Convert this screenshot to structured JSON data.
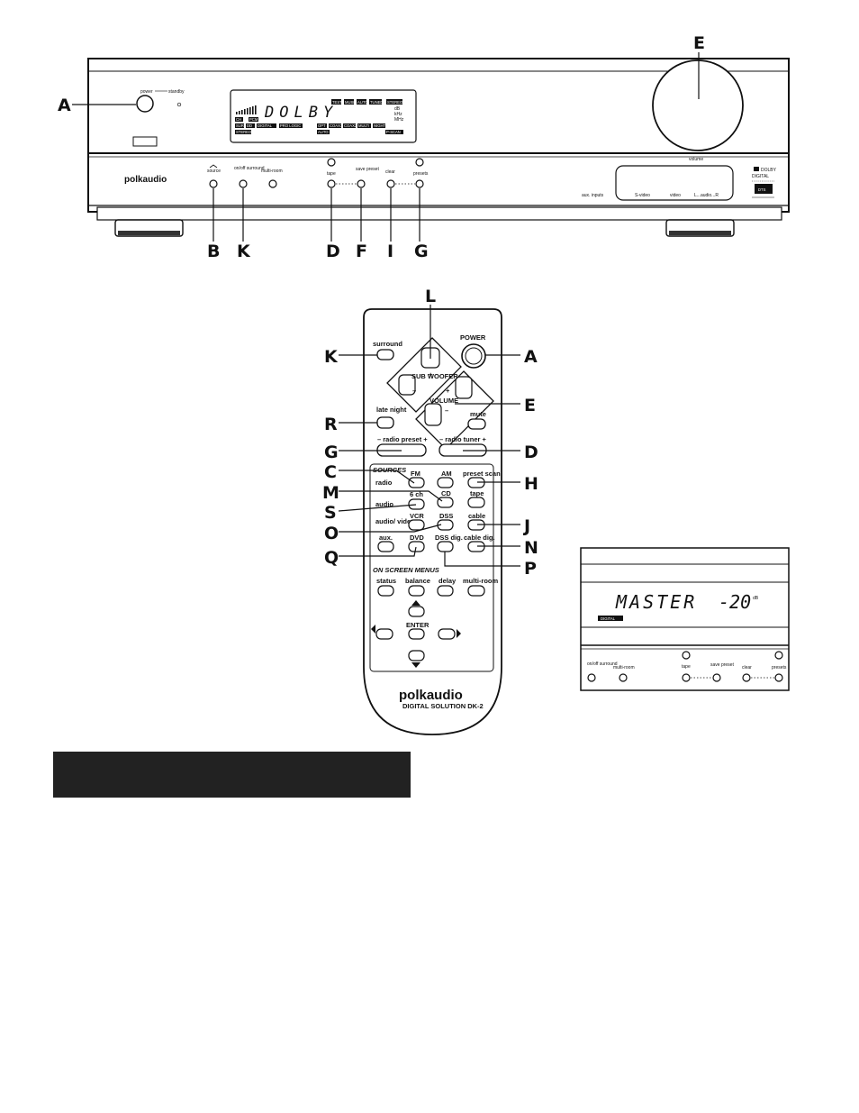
{
  "receiver": {
    "power_label": "power",
    "standby_label": "standby",
    "brand": "polkaudio",
    "display_text": "DOLBY",
    "display_badges_top": [
      "TEST",
      "MUSIC",
      "AUTO",
      "TUNED",
      "STEREO"
    ],
    "display_units": [
      "dB",
      "kHz",
      "MHz"
    ],
    "display_row2": [
      "CH",
      "PCM"
    ],
    "display_row3": [
      "SUR",
      "DD",
      "DIGITAL",
      "PRO LOGIC"
    ],
    "display_row3b": [
      "OPT",
      "COAX1",
      "COAX2",
      "MULTI",
      "NIGHT"
    ],
    "display_row4": [
      "STEREO"
    ],
    "display_row4b": [
      "AUTO",
      "P-SCAN"
    ],
    "buttons": {
      "source": "source",
      "surround": "on/off surround",
      "multiroom": "multi-room",
      "tape": "tape",
      "save_preset": "save preset",
      "clear": "clear",
      "presets": "presets"
    },
    "volume_label": "volume",
    "inputs": {
      "aux": "aux. inputs",
      "svideo": "S-video",
      "video": "video",
      "audio": "L...audio...R"
    },
    "logo": [
      "DOLBY",
      "DIGITAL",
      "DTS"
    ]
  },
  "receiver_callouts": {
    "top": [
      "A",
      "E"
    ],
    "bottom": [
      "B",
      "K",
      "D",
      "F",
      "I",
      "G"
    ]
  },
  "remote": {
    "power": "POWER",
    "surround": "surround",
    "subwoofer": "SUB WOOFER",
    "volume": "VOLUME",
    "late_night": "late night",
    "mute": "mute",
    "radio_preset": "radio preset",
    "radio_tuner": "radio tuner",
    "sources_title": "SOURCES",
    "radio": "radio",
    "audio": "audio",
    "audio_video": "audio/ video",
    "fm": "FM",
    "am": "AM",
    "preset_scan": "preset scan",
    "cd": "CD",
    "tape": "tape",
    "six_ch": "6 ch",
    "vcr": "VCR",
    "dss": "DSS",
    "cable": "cable",
    "aux": "aux.",
    "dvd": "DVD",
    "dss_dig": "DSS dig.",
    "cable_dig": "cable dig.",
    "menus_title": "ON SCREEN MENUS",
    "status": "status",
    "balance": "balance",
    "delay": "delay",
    "multi_room": "multi-room",
    "enter": "ENTER",
    "brand": "polkaudio",
    "model": "DIGITAL SOLUTION DK-2"
  },
  "remote_callouts": {
    "left": [
      "K",
      "R",
      "G",
      "C",
      "M",
      "S",
      "O",
      "Q"
    ],
    "right": [
      "A",
      "E",
      "D",
      "H",
      "J",
      "N",
      "P"
    ],
    "top": "L"
  },
  "inset": {
    "display_text": "MASTER",
    "display_value": "-20",
    "display_unit": "dB",
    "badge": "DIGITAL",
    "buttons": {
      "surround": "on/off surround",
      "multiroom": "multi-room",
      "tape": "tape",
      "save_preset": "save preset",
      "clear": "clear",
      "presets": "presets"
    }
  }
}
